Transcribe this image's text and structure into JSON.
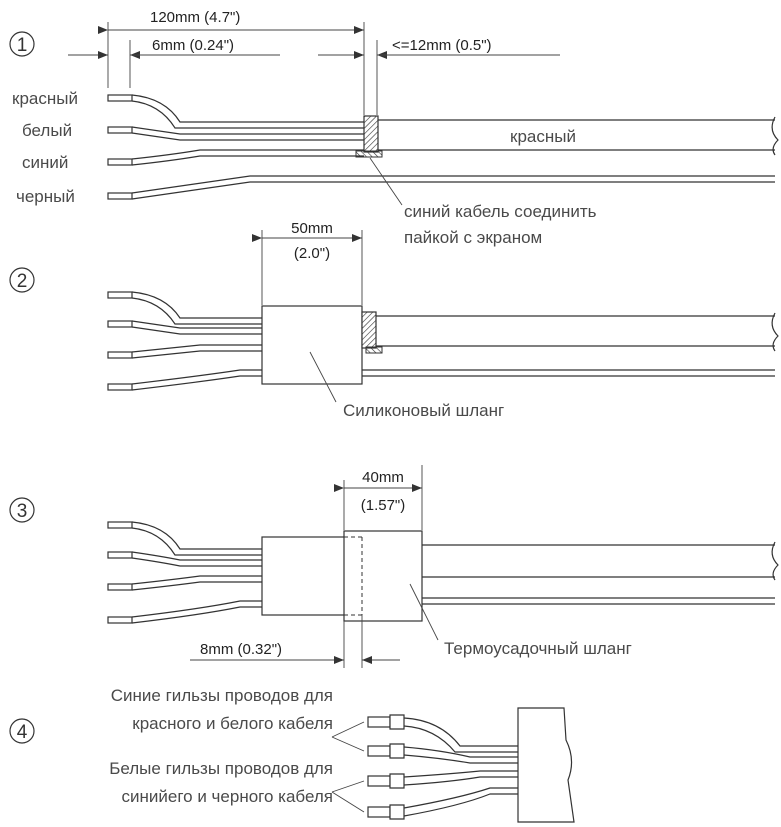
{
  "step1": {
    "number": "1",
    "dim_total": "120mm (4.7\")",
    "dim_strip": "6mm (0.24\")",
    "dim_shield": "<=12mm (0.5\")",
    "wire_labels": [
      "красный",
      "белый",
      "синий",
      "черный"
    ],
    "cable_label": "красный",
    "note_line1": "синий кабель соединить",
    "note_line2": "пайкой с экраном"
  },
  "step2": {
    "number": "2",
    "dim_line1": "50mm",
    "dim_line2": "(2.0\")",
    "hose_label": "Силиконовый шланг"
  },
  "step3": {
    "number": "3",
    "dim_line1": "40mm",
    "dim_line2": "(1.57\")",
    "dim_overlap": "8mm (0.32\")",
    "heatshrink_label": "Термоусадочный шланг"
  },
  "step4": {
    "number": "4",
    "blue_line1": "Синие гильзы проводов  для",
    "blue_line2": "красного и белого кабеля",
    "white_line1": "Белые гильзы проводов для",
    "white_line2": "синийего и черного кабеля"
  }
}
